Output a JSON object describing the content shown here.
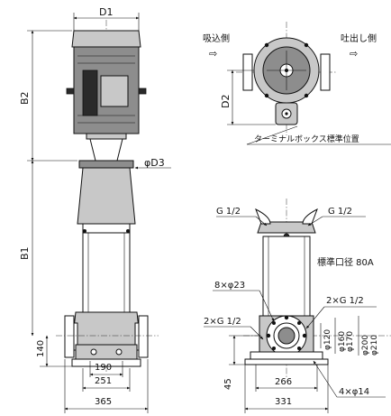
{
  "labels": {
    "d1": "D1",
    "d2": "D2",
    "d3": "φD3",
    "b1": "B1",
    "b2": "B2",
    "h140": "140",
    "w190": "190",
    "w251": "251",
    "w365": "365",
    "suction": "吸込側",
    "discharge": "吐出し側",
    "terminal_box": "ターミナルボックス標準位置",
    "g12_left": "G 1/2",
    "g12_right": "G 1/2",
    "bore": "標準口径 80A",
    "holes_8": "8×φ23",
    "g2_right": "2×G 1/2",
    "g2_left": "2×G 1/2",
    "p120": "φ120",
    "p160": "φ160",
    "p170": "φ170",
    "p200": "φ200",
    "p210": "φ210",
    "h45": "45",
    "w266": "266",
    "w331": "331",
    "holes_4": "4×φ14"
  },
  "arrows": {
    "arrow_in": "⇨",
    "arrow_out": "⇨"
  }
}
